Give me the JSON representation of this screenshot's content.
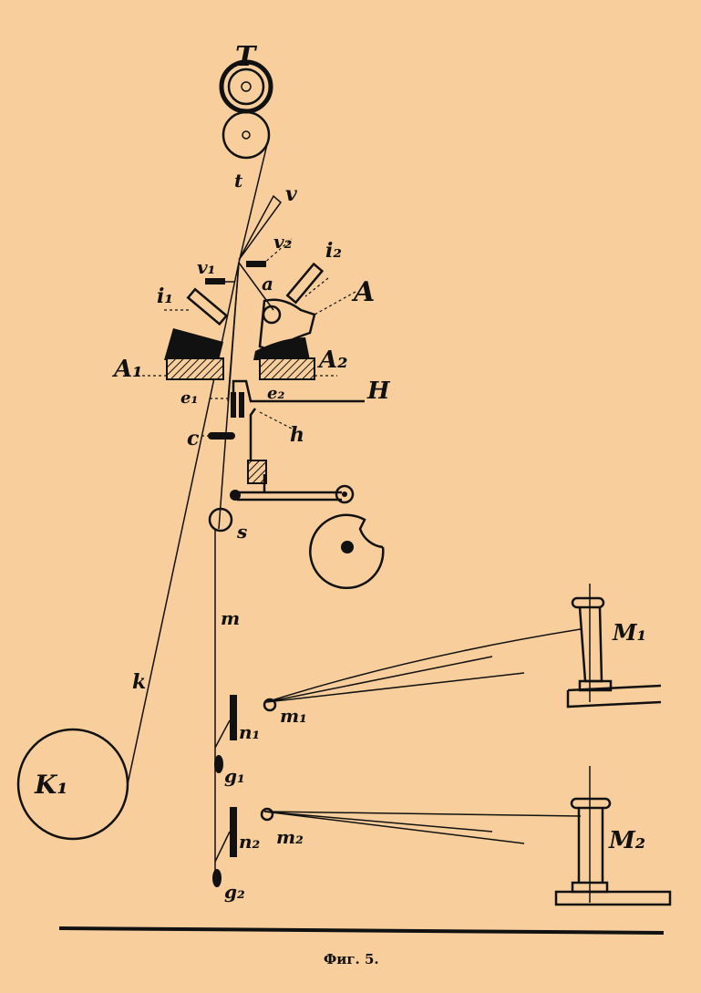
{
  "labels": {
    "T": "T",
    "t": "t",
    "v": "v",
    "v2": "v₂",
    "v1": "v₁",
    "i2": "i₂",
    "i1": "i₁",
    "a": "a",
    "A": "A",
    "A1": "A₁",
    "A2": "A₂",
    "e1": "e₁",
    "e2": "e₂",
    "H": "H",
    "h": "h",
    "c": "c",
    "s": "s",
    "m": "m",
    "k": "k",
    "K1": "K₁",
    "m1": "m₁",
    "n1": "n₁",
    "g1": "g₁",
    "M1": "M₁",
    "n2": "n₂",
    "m2": "m₂",
    "g2": "g₂",
    "M2": "M₂"
  },
  "caption": "Фиг. 5.",
  "colors": {
    "background": "#f8cf9c",
    "ink": "#111111"
  }
}
